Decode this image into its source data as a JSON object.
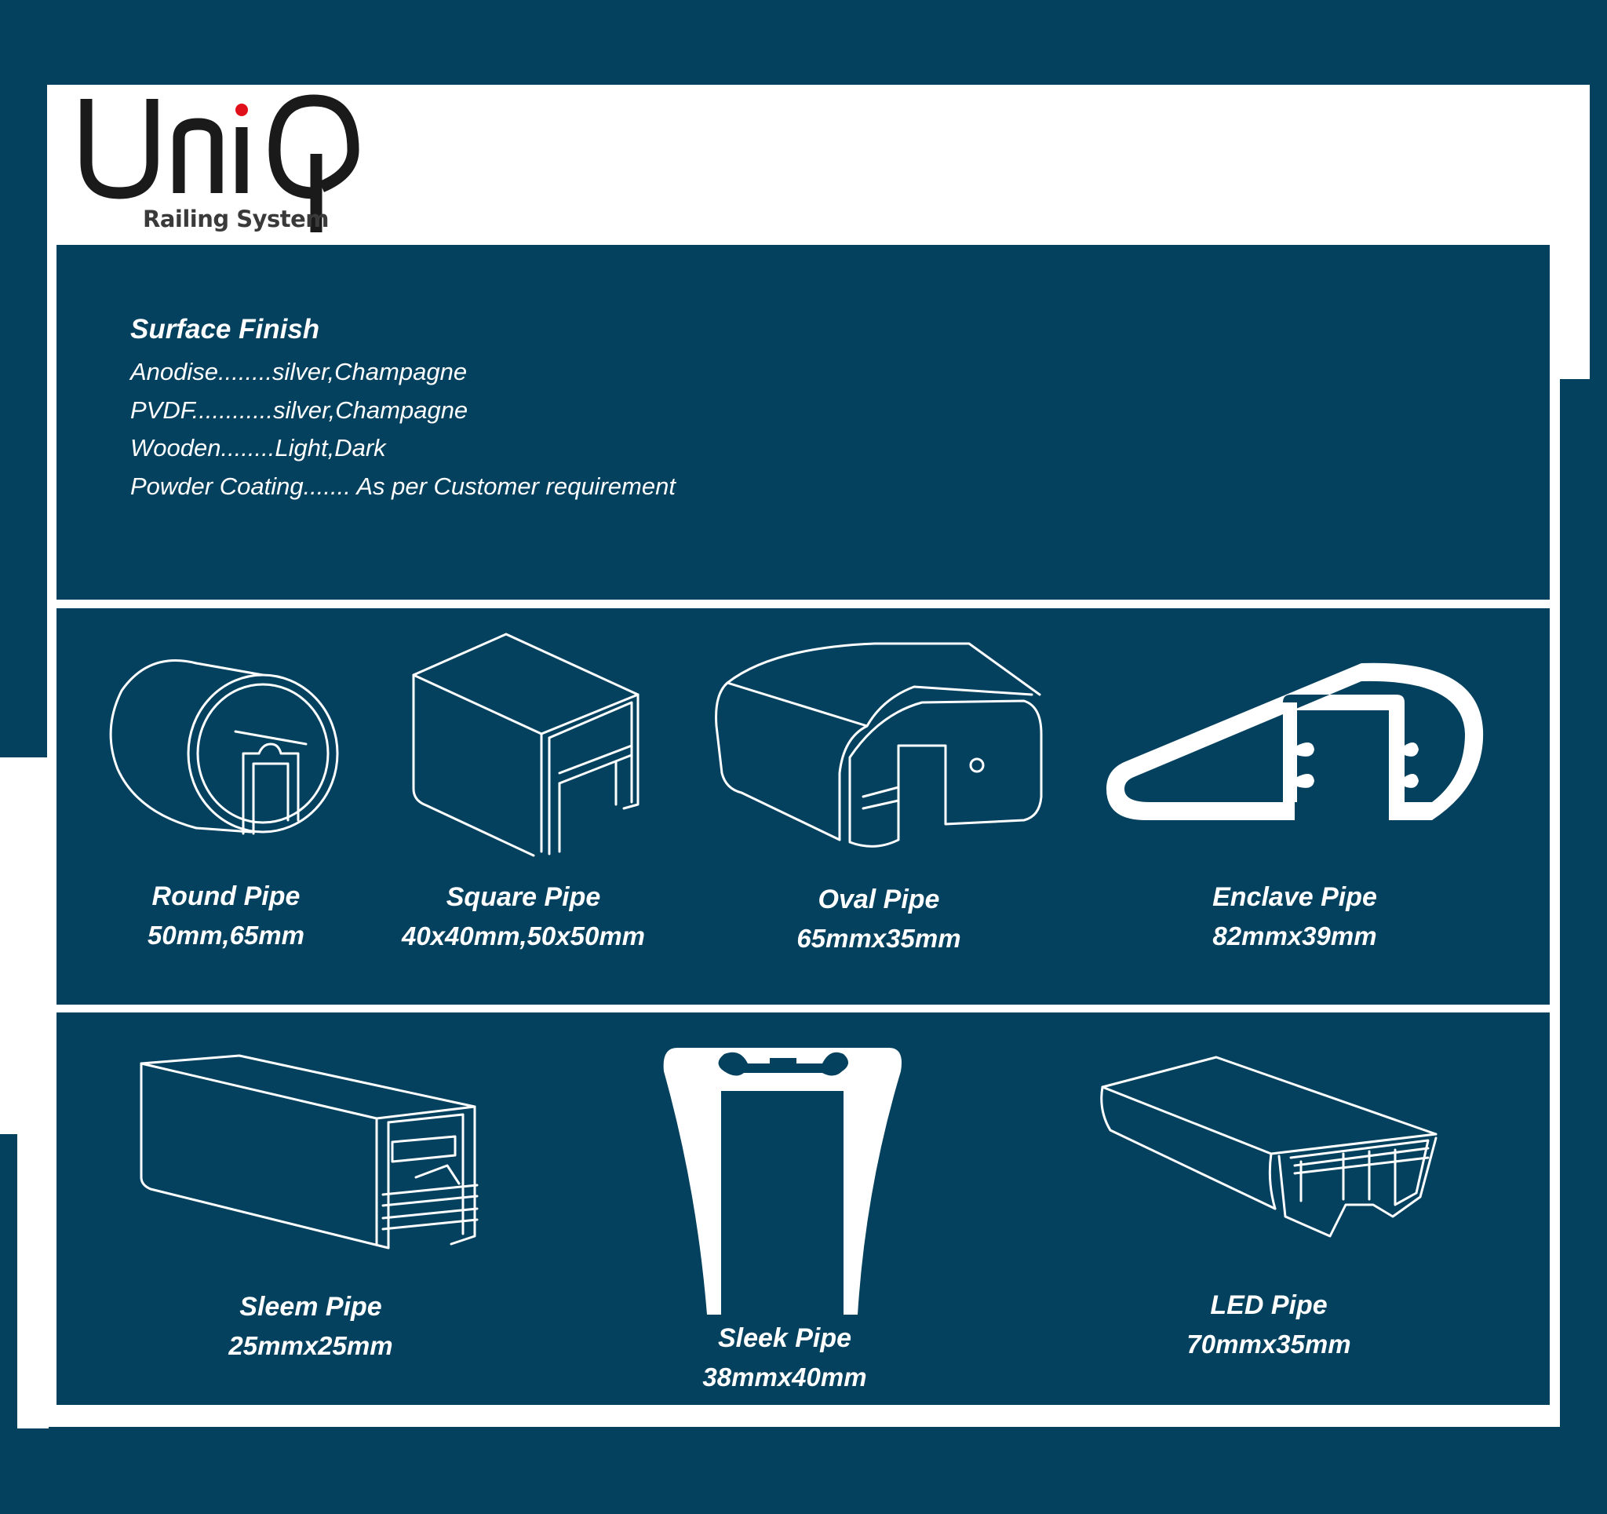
{
  "logo": {
    "wordmark": "UniQ",
    "subtitle": "Railing System"
  },
  "surface_finish": {
    "title": "Surface Finish",
    "lines": [
      "Anodise........silver,Champagne",
      "PVDF............silver,Champagne",
      "Wooden........Light,Dark",
      "Powder Coating....... As per Customer requirement"
    ]
  },
  "pipes": [
    {
      "name": "Round Pipe",
      "size": "50mm,65mm",
      "icon": "round-pipe-icon"
    },
    {
      "name": "Square Pipe",
      "size": "40x40mm,50x50mm",
      "icon": "square-pipe-icon"
    },
    {
      "name": "Oval Pipe",
      "size": "65mmx35mm",
      "icon": "oval-pipe-icon"
    },
    {
      "name": "Enclave Pipe",
      "size": "82mmx39mm",
      "icon": "enclave-pipe-icon"
    },
    {
      "name": "Sleem Pipe",
      "size": "25mmx25mm",
      "icon": "sleem-pipe-icon"
    },
    {
      "name": "Sleek Pipe",
      "size": "38mmx40mm",
      "icon": "sleek-pipe-icon"
    },
    {
      "name": "LED Pipe",
      "size": "70mmx35mm",
      "icon": "led-pipe-icon"
    }
  ],
  "colors": {
    "navy": "#04415e",
    "white": "#ffffff",
    "logo_dot": "#e0101a"
  }
}
